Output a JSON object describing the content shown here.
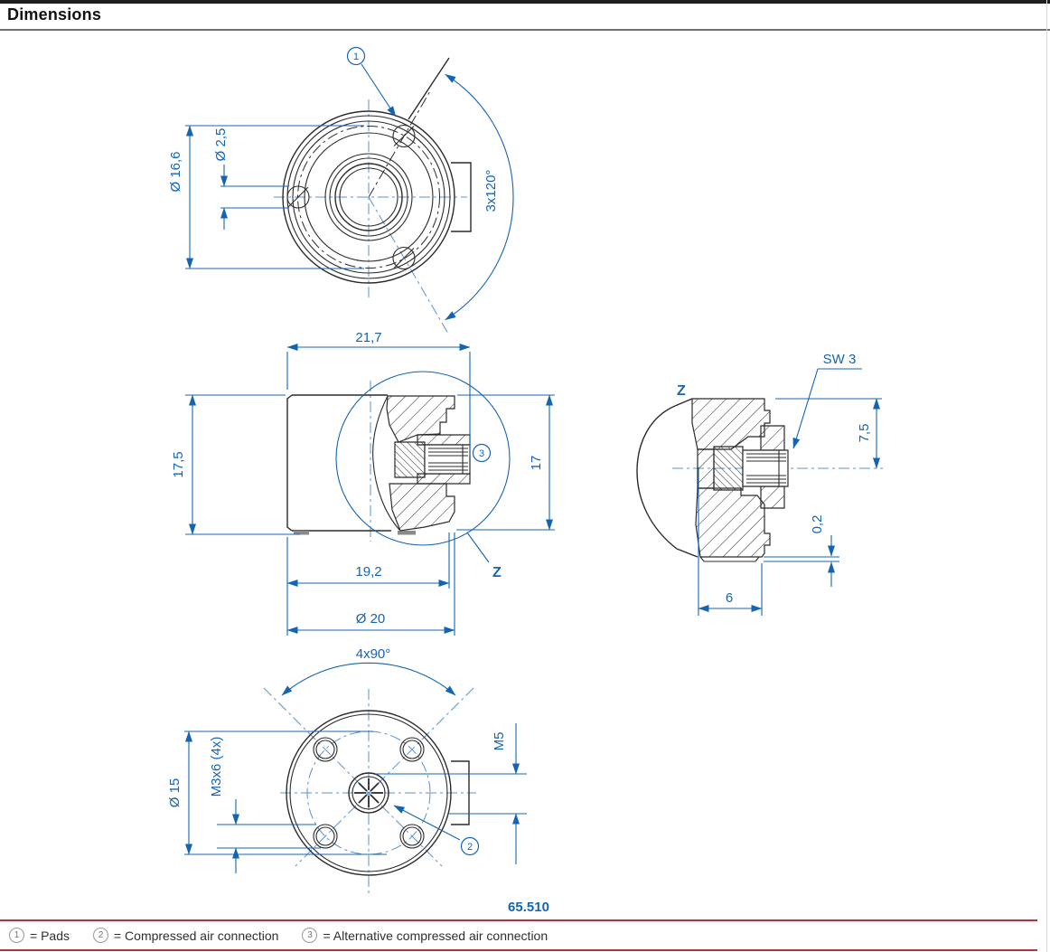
{
  "header": {
    "title": "Dimensions"
  },
  "colors": {
    "accent_blue": "#1464b4",
    "outline_black": "#2b2b2b",
    "rule_red": "#b23442"
  },
  "views": {
    "top": {
      "callout": "1",
      "dia_bolt_circle": "Ø 16,6",
      "dia_hole": "Ø 2,5",
      "angle": "3x120°"
    },
    "front_section": {
      "width_total": "21,7",
      "height_total": "17,5",
      "height_body": "17",
      "width_body": "19,2",
      "dia_outer": "Ø 20",
      "callout": "3",
      "detail_mark": "Z"
    },
    "detail_z": {
      "detail_mark": "Z",
      "wrench_size": "SW 3",
      "depth": "7,5",
      "clearance": "0,2",
      "width": "6"
    },
    "bottom": {
      "angle": "4x90°",
      "dia_bolt_circle": "Ø 15",
      "thread_mount": "M3x6 (4x)",
      "thread_port": "M5",
      "callout": "2"
    }
  },
  "drawing_number": "65.510",
  "legend": {
    "items": [
      {
        "num": "1",
        "text": "= Pads"
      },
      {
        "num": "2",
        "text": "= Compressed air connection"
      },
      {
        "num": "3",
        "text": "= Alternative compressed air connection"
      }
    ]
  }
}
